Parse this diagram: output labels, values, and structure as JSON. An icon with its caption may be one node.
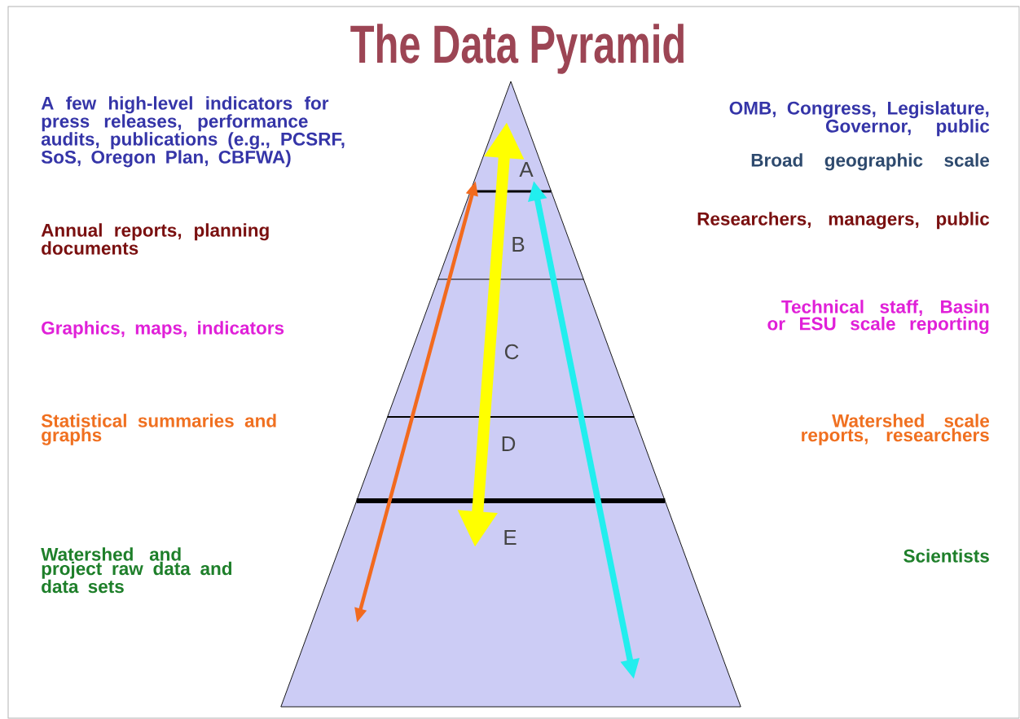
{
  "diagram": {
    "title": "The Data Pyramid",
    "labels": [
      "A few high-level indicators for press releases, performance audits, publications (e.g., PCSRF, SoS, Oregon Plan, CBFWA)",
      "A",
      "OMB, Congress, Legislature, Governor, public",
      "Broad geographic scale",
      "Annual reports, planning documents",
      "B",
      "Researchers, managers, public",
      "Graphics, maps, indicators",
      "C",
      "Technical staff, Basin or ESU scale reporting",
      "Statistical summaries and graphs",
      "D",
      "Watershed scale reports, researchers",
      "Watershed and project raw data and data sets",
      "E",
      "Scientists"
    ]
  }
}
